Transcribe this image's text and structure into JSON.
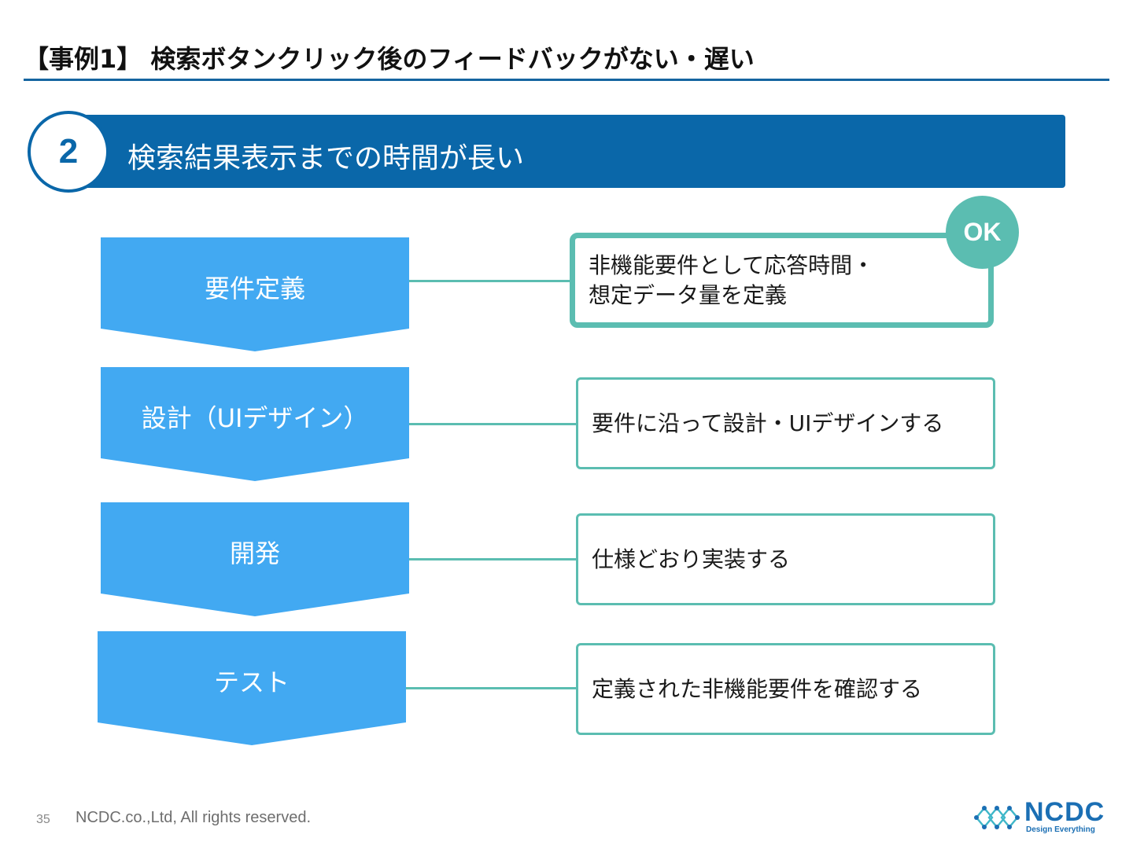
{
  "title": "【事例1】 検索ボタンクリック後のフィードバックがない・遅い",
  "section": {
    "number": "2",
    "heading": "検索結果表示までの時間が長い"
  },
  "steps": [
    {
      "label": "要件定義",
      "description": "非機能要件として応答時間・\n想定データ量を定義",
      "badge": "OK"
    },
    {
      "label": "設計（UIデザイン）",
      "description": "要件に沿って設計・UIデザインする"
    },
    {
      "label": "開発",
      "description": "仕様どおり実装する"
    },
    {
      "label": "テスト",
      "description": "定義された非機能要件を確認する"
    }
  ],
  "footer": {
    "page_number": "35",
    "copyright": "NCDC.co.,Ltd, All rights reserved.",
    "logo_name": "NCDC",
    "logo_tagline": "Design Everything"
  },
  "colors": {
    "accent": "#0a67a9",
    "step_fill": "#42a9f2",
    "box_border": "#5bbdb1"
  }
}
